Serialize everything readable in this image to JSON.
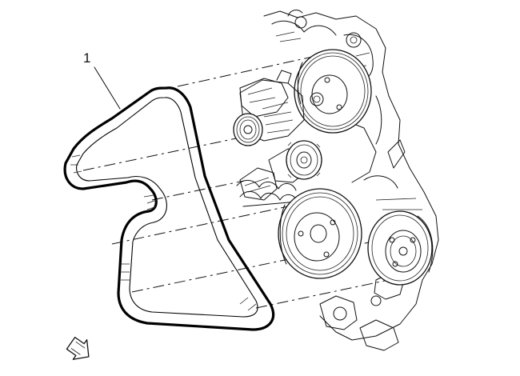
{
  "diagram": {
    "callout_label": "1",
    "icons": {
      "belt": "serpentine-belt",
      "pulleys": [
        "power-steering-pulley",
        "alternator-pulley",
        "idler-pulley",
        "crankshaft-pulley",
        "ac-compressor-pulley"
      ],
      "orientation": "front-view-arrow-icon"
    }
  }
}
